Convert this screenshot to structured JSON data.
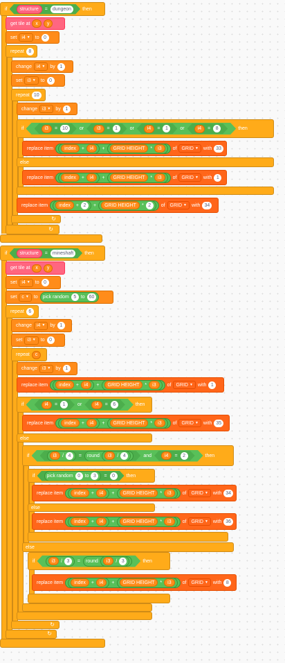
{
  "labels": {
    "if": "if",
    "then": "then",
    "else": "else",
    "set": "set",
    "to": "to",
    "change": "change",
    "by": "by",
    "repeat": "repeat",
    "replace_item": "replace item",
    "of": "of",
    "with": "with",
    "get_tile_at": "get tile at",
    "or": "or",
    "and": "and",
    "pick_random": "pick random",
    "round": "round",
    "structure": "structure",
    "equals": "=",
    "plus": "+",
    "times": "*",
    "divide": "/",
    "loop_arrow": "↻"
  },
  "vars": {
    "i4": "i4",
    "i3": "i3",
    "c": "c",
    "index": "index",
    "x": "x",
    "y": "y",
    "grid_height": "GRID HEIGHT",
    "grid": "GRID"
  },
  "values": {
    "dungeon": "dungeon",
    "mineshaft": "mineshaft",
    "n0": "0",
    "n1": "1",
    "n2": "2",
    "n3": "3",
    "n4": "4",
    "n5": "5",
    "n6": "6",
    "n8": "8",
    "n10": "10",
    "n33": "33",
    "n34": "34",
    "n35": "35",
    "n36": "36",
    "n60": "60"
  },
  "colors": {
    "control": "#ffab19",
    "variables": "#ff8c1a",
    "lists": "#ff661a",
    "operators": "#59c059",
    "custom": "#ff6680",
    "canvas": "#f9f9f9"
  },
  "icons": {
    "loop": "loop-arrow-icon",
    "dropdown": "dropdown-arrow-icon"
  }
}
